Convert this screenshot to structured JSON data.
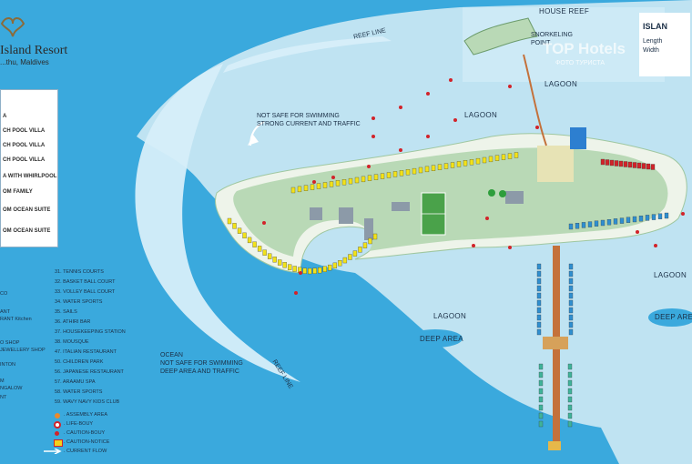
{
  "resort": {
    "name": "Island Resort",
    "location": "...thu, Maldives"
  },
  "labels": {
    "house_reef": "HOUSE REEF",
    "snorkeling_point": "SNORKELING POINT",
    "reef_line_top": "REEF LINE",
    "reef_line_bottom": "REEF LINE",
    "lagoon_1": "LAGOON",
    "lagoon_2": "LAGOON",
    "lagoon_3": "LAGOON",
    "lagoon_4": "LAGOON",
    "deep_area_1": "DEEP AREA",
    "deep_area_2": "DEEP AREA",
    "warning_1_l1": "NOT SAFE FOR SWIMMING",
    "warning_1_l2": "STRONG CURRENT AND TRAFFIC",
    "warning_2_l1": "OCEAN",
    "warning_2_l2": "NOT SAFE FOR SWIMMING",
    "warning_2_l3": "DEEP AREA AND TRAFFIC"
  },
  "villa_legend": [
    "A",
    "CH POOL VILLA",
    "CH POOL VILLA",
    "CH POOL VILLA",
    "A WITH WHIRLPOOL",
    "OM FAMILY",
    "OM OCEAN SUITE",
    "OM OCEAN SUITE"
  ],
  "facilities_left": [
    "CO",
    "",
    "ANT",
    "RANT  Kitchen",
    "",
    "O SHOP",
    "JEWELLERY SHOP",
    "",
    "INTON",
    "",
    "M",
    "NGALOW",
    "NT"
  ],
  "facilities": [
    "31. TENNIS COURTS",
    "32. BASKET BALL COURT",
    "33. VOLLEY BALL COURT",
    "34. WATER SPORTS",
    "35. SAILS",
    "36. ATHIRI BAR",
    "37. HOUSEKEEPING STATION",
    "38. MOUSQUE",
    "47. ITALIAN RESTAURANT",
    "50. CHILDREN PARK",
    "56. JAPANESE RESTAURANT",
    "57. ARAAMU SPA",
    "58. WATER SPORTS",
    "59. WAVY NAVY KIDS CLUB"
  ],
  "symbols": [
    ". ASSEMBLY AREA",
    ". LIFE-BOUY",
    ". CAUTION-BOUY",
    ". CAUTION-NOTICE",
    ". CURRENT FLOW"
  ],
  "island_info": {
    "title": "ISLAN",
    "length": "Length",
    "width": "Width"
  },
  "watermark": {
    "brand": "TOP Hotels",
    "sub": "ФОТО ТУРИСТА"
  },
  "colors": {
    "ocean": "#3aa9dd",
    "lagoon": "#bfe3f2",
    "land": "#b9d9b6",
    "beach": "#eef4ea",
    "villa_yellow": "#f2e21a",
    "villa_red": "#d2232a",
    "water_villa_blue": "#2f8fd0"
  }
}
